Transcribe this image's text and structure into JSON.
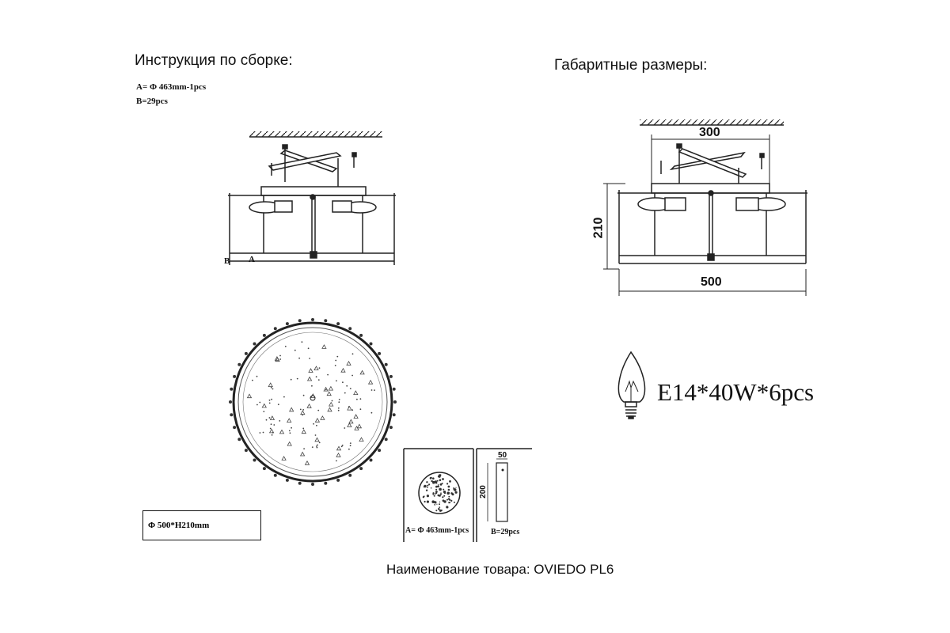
{
  "headings": {
    "assembly": "Инструкция по сборке:",
    "dimensions": "Габаритные размеры:"
  },
  "parts": {
    "a": "A= Φ 463mm-1pcs",
    "b": "B=29pcs"
  },
  "side_view_labels": {
    "b": "B",
    "a": "A"
  },
  "size_box": "Φ 500*H210mm",
  "dimensions": {
    "top_width": "300",
    "height": "210",
    "bottom_width": "500"
  },
  "bulb": "E14*40W*6pcs",
  "part_a": {
    "caption": "A= Φ 463mm-1pcs"
  },
  "part_b": {
    "width": "50",
    "height": "200",
    "caption": "B=29pcs"
  },
  "product_name": "Наименование товара: OVIEDO PL6"
}
